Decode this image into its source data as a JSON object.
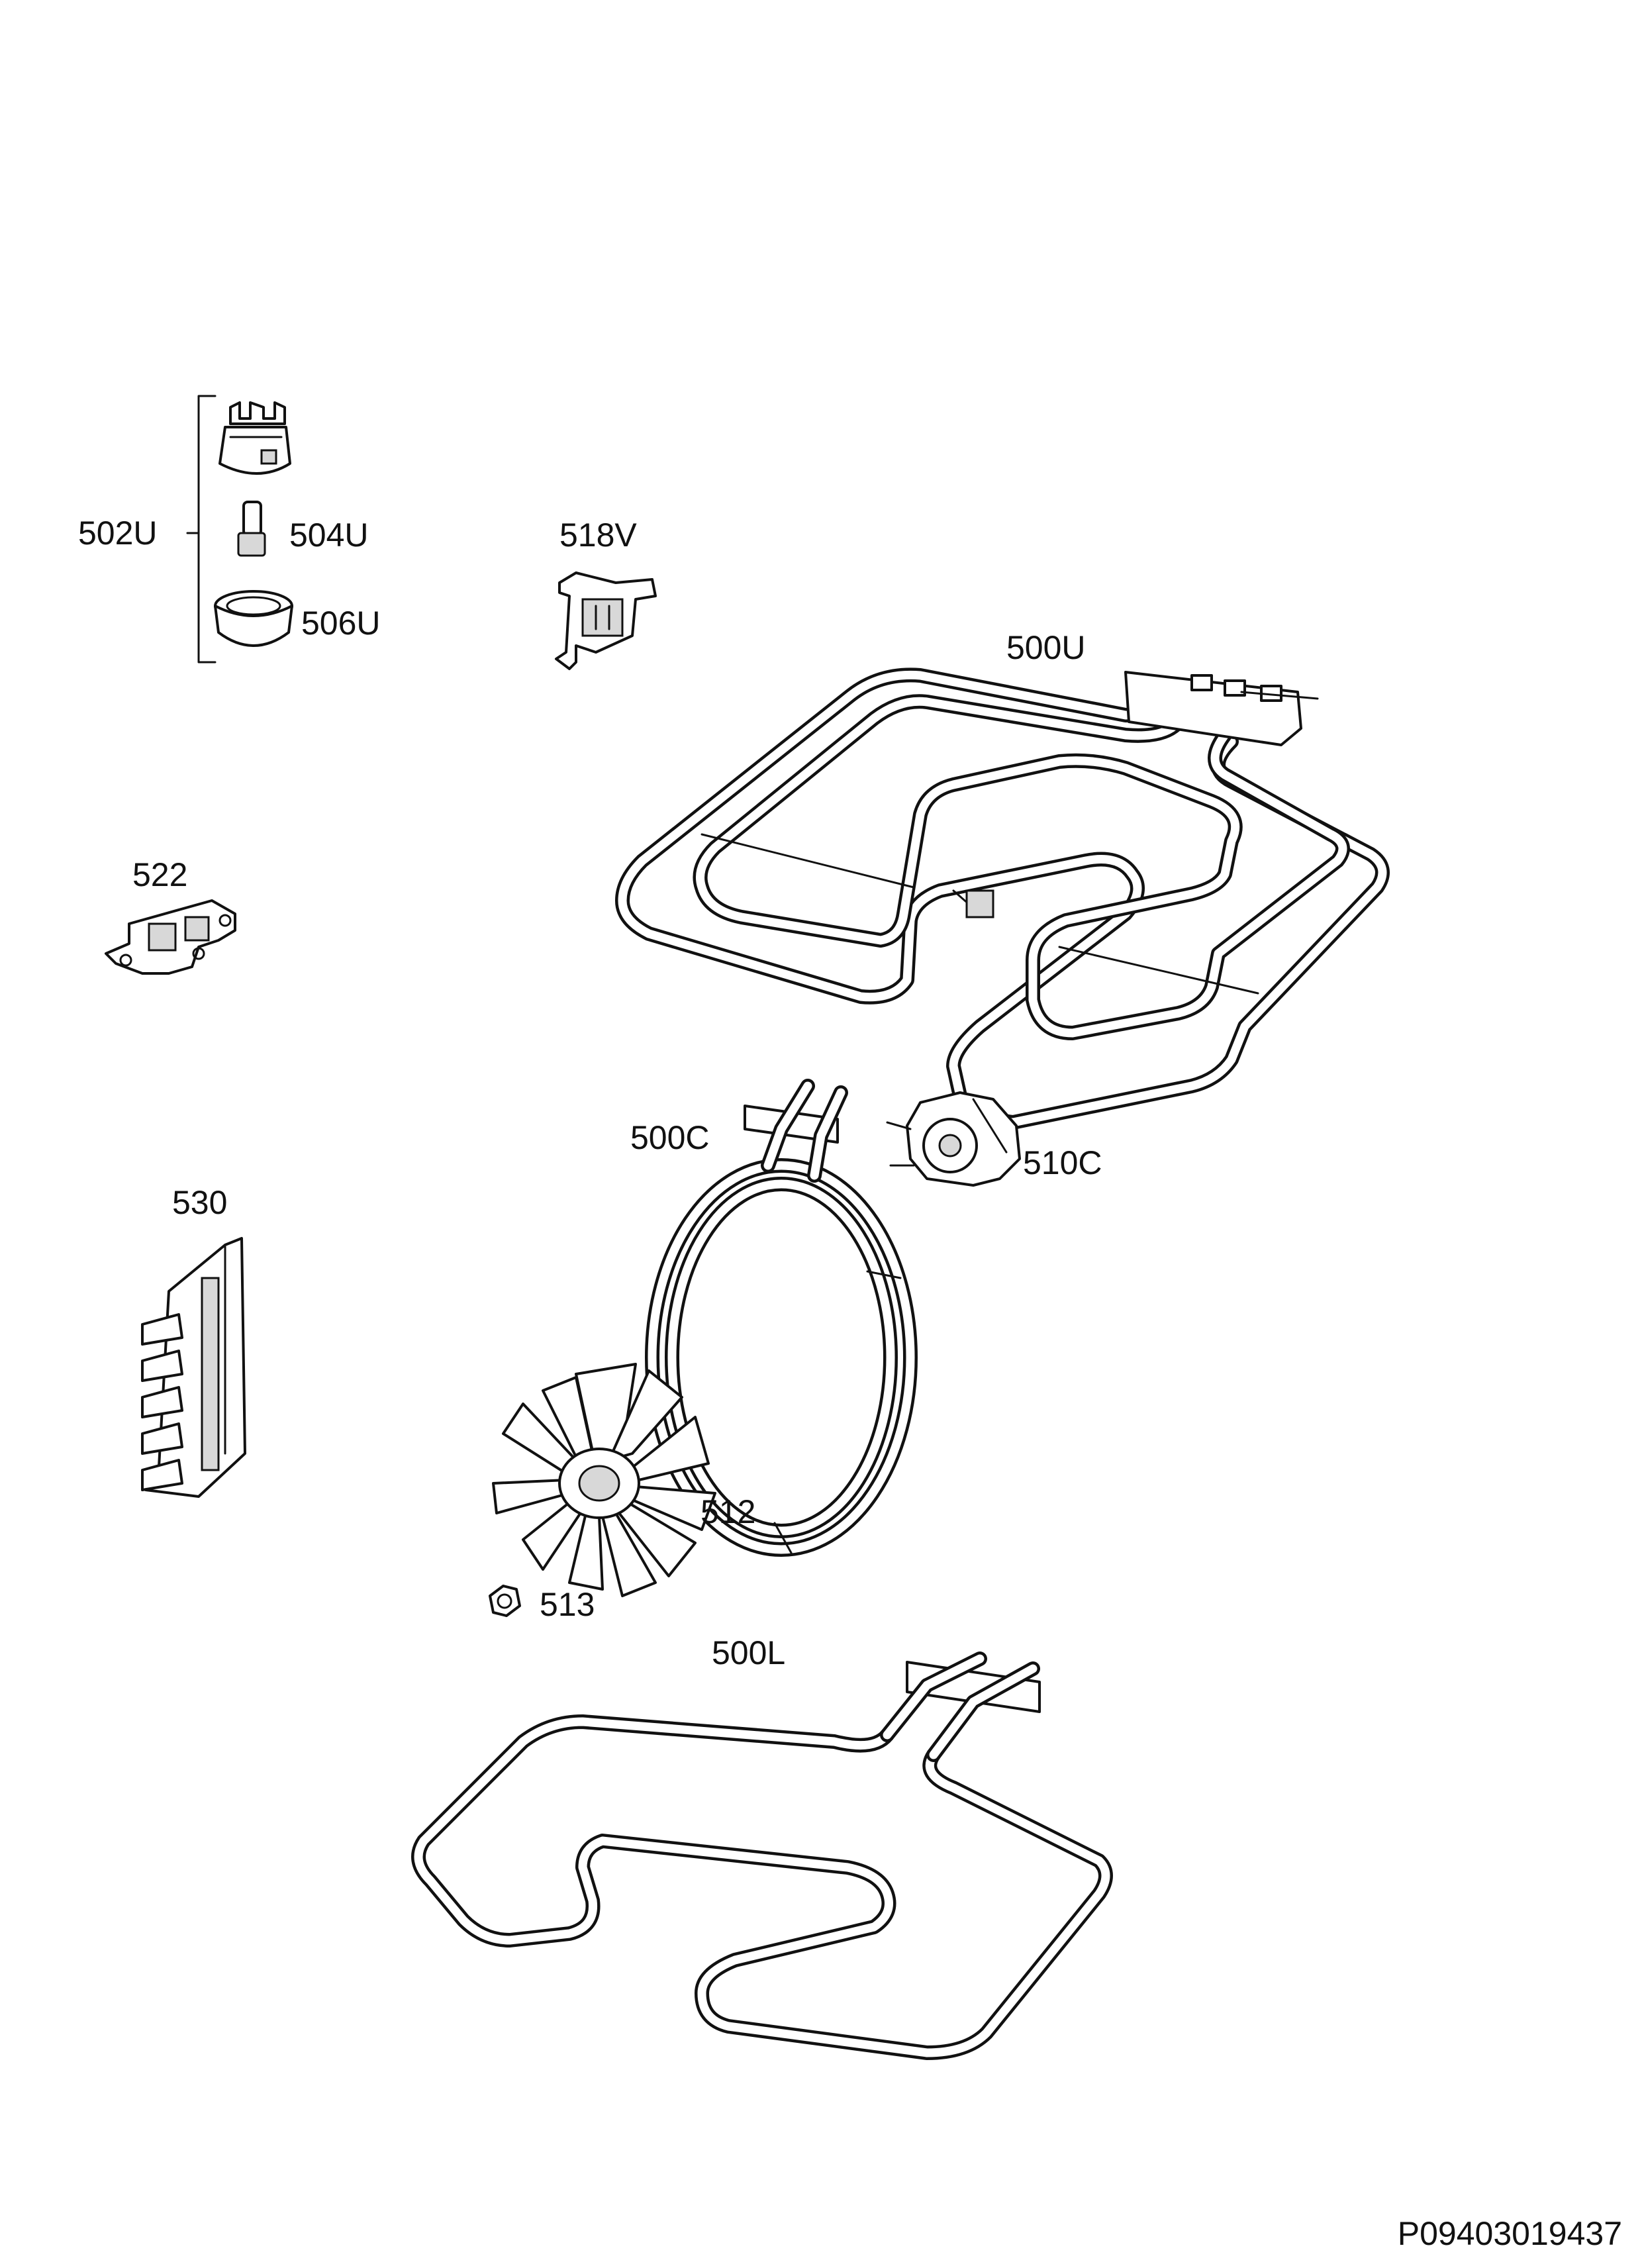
{
  "labels": {
    "p500U": "500U",
    "p502U": "502U",
    "p504U": "504U",
    "p506U": "506U",
    "p518V": "518V",
    "p522": "522",
    "p530": "530",
    "p500C": "500C",
    "p510C": "510C",
    "p512": "512",
    "p513": "513",
    "p500L": "500L"
  },
  "drawing_code": "P09403019437",
  "colors": {
    "line": "#111111",
    "background": "#ffffff"
  }
}
